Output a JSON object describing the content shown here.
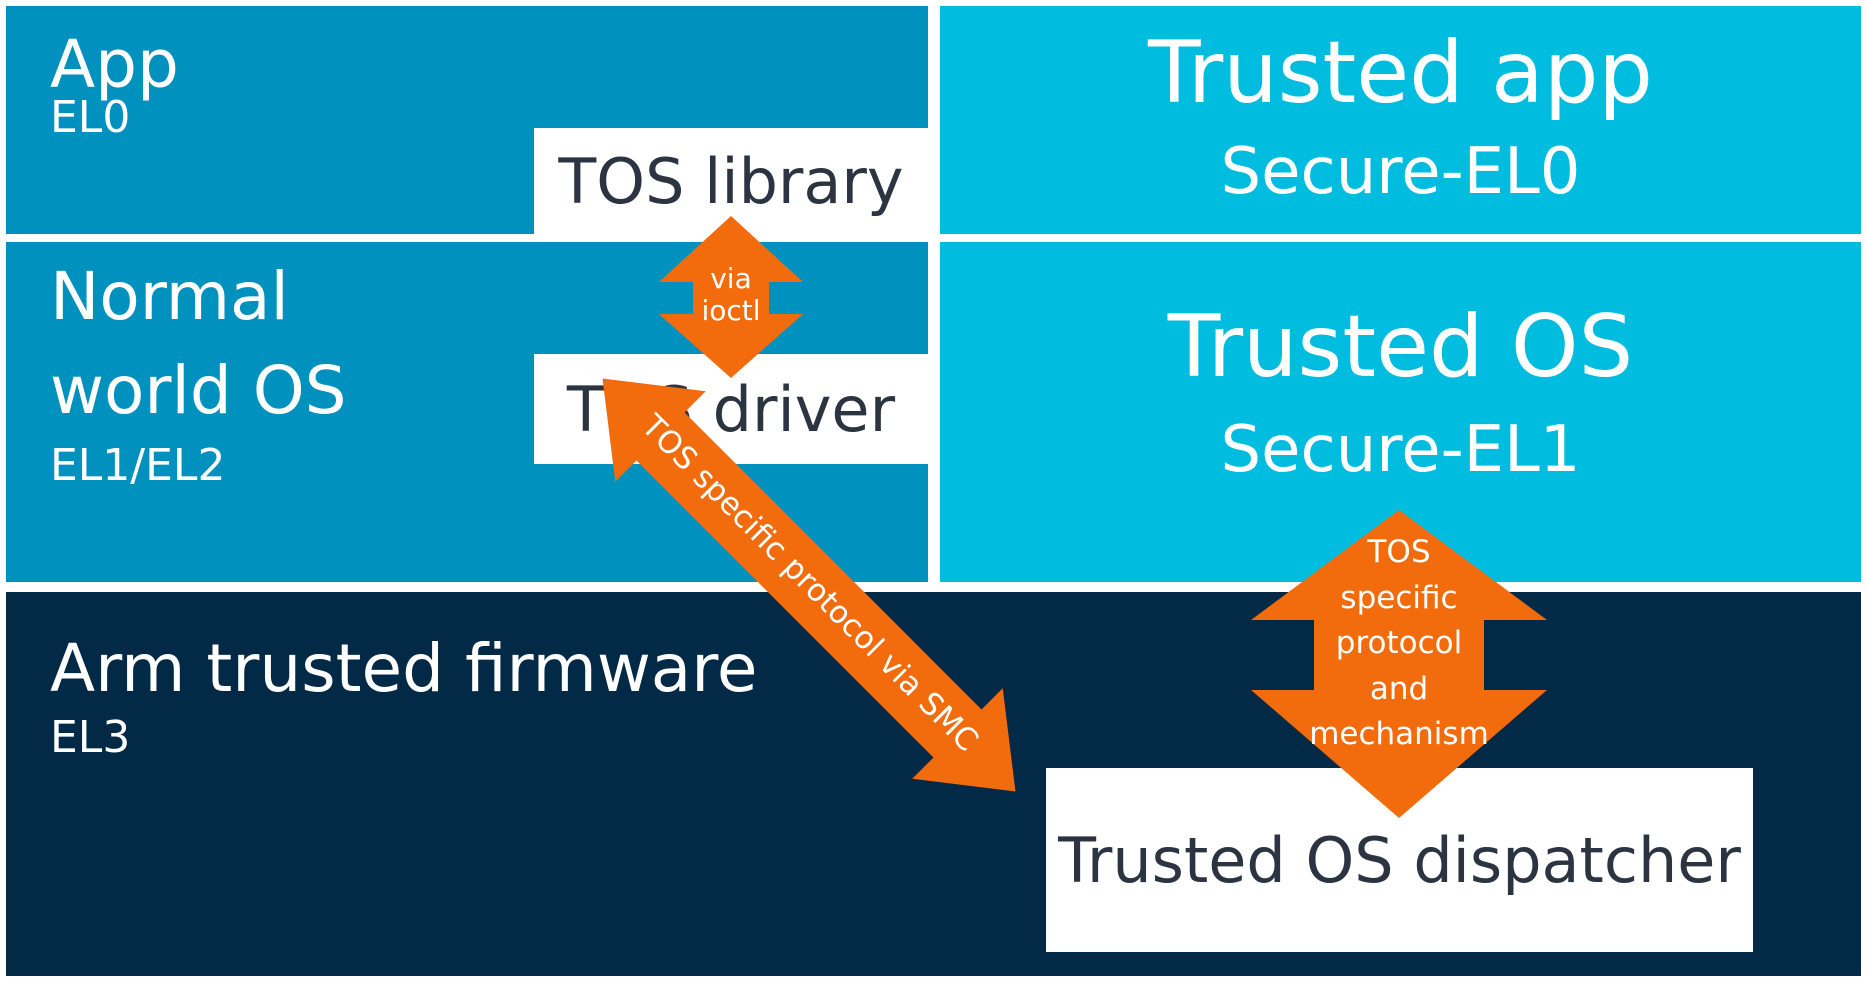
{
  "normal_world": {
    "app": {
      "title": "App",
      "level": "EL0"
    },
    "os": {
      "title_line1": "Normal",
      "title_line2": "world OS",
      "level": "EL1/EL2"
    },
    "tos_library": "TOS library",
    "tos_driver": "TOS driver",
    "ioctl_arrow": {
      "line1": "via",
      "line2": "ioctl"
    }
  },
  "secure_world": {
    "trusted_app": {
      "title": "Trusted app",
      "level": "Secure-EL0"
    },
    "trusted_os": {
      "title": "Trusted OS",
      "level": "Secure-EL1"
    }
  },
  "firmware": {
    "title": "Arm trusted firmware",
    "level": "EL3",
    "dispatcher": "Trusted OS dispatcher"
  },
  "smc_arrow": {
    "label": "TOS specific protocol via SMC"
  },
  "mechanism_arrow": {
    "line1": "TOS",
    "line2": "specific",
    "line3": "protocol",
    "line4": "and",
    "line5": "mechanism"
  },
  "colors": {
    "normal_world": "#0191be",
    "secure_world": "#00bddf",
    "firmware": "#022945",
    "arrow": "#f26b0c",
    "box_text": "#2b3440"
  }
}
